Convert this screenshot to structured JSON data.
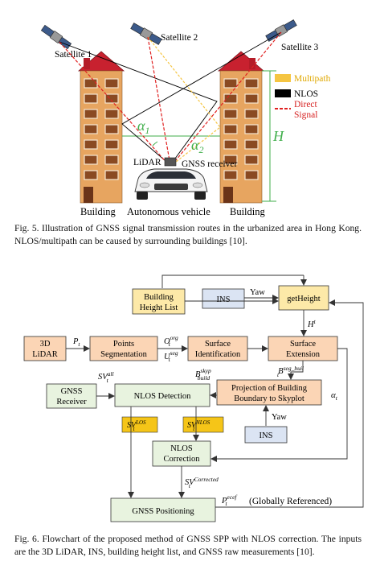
{
  "fig5": {
    "satellites": [
      "Satellite 1",
      "Satellite 2",
      "Satellite 3"
    ],
    "legend": [
      {
        "label": "Multipath",
        "color": "#f5c542",
        "text_color": "#e0a800"
      },
      {
        "label": "NLOS",
        "color": "#000000",
        "text_color": "#111111"
      },
      {
        "label": "Direct Signal",
        "color": "#e02020",
        "text_color": "#d62020"
      }
    ],
    "labels": {
      "alpha1": "α",
      "alpha1_sub": "1",
      "alpha2": "α",
      "alpha2_sub": "2",
      "height": "H",
      "lidar": "LiDAR",
      "gnss_receiver": "GNSS receiver",
      "building_left": "Building",
      "vehicle": "Autonomous vehicle",
      "building_right": "Building"
    },
    "caption": "Fig. 5.   Illustration of GNSS signal transmission routes in the urbanized area in Hong Kong. NLOS/multipath can be caused by surrounding buildings [10]."
  },
  "fig6": {
    "nodes": {
      "building_height_list": [
        "Building",
        "Height List"
      ],
      "ins_top": "INS",
      "get_height": "getHeight",
      "lidar": [
        "3D",
        "LiDAR"
      ],
      "points_segmentation": [
        "Points",
        "Segmentation"
      ],
      "surface_identification": [
        "Surface",
        "Identification"
      ],
      "surface_extension": [
        "Surface",
        "Extension"
      ],
      "gnss_receiver": [
        "GNSS",
        "Receiver"
      ],
      "nlos_detection": "NLOS Detection",
      "projection": [
        "Projection of Building",
        "Boundary to Skyplot"
      ],
      "ins_bottom": "INS",
      "sv_los": "SV",
      "sv_nlos": "SV",
      "nlos_correction": [
        "NLOS",
        "Correction"
      ],
      "gnss_positioning": "GNSS Positioning"
    },
    "edge_labels": {
      "yaw_top": "Yaw",
      "h_t": "H",
      "h_t_sup": "t",
      "p_t": "P",
      "p_t_sub": "t",
      "o_t": "O",
      "o_t_sub": "t",
      "o_t_sup": "org",
      "u_t": "U",
      "u_t_sub": "t",
      "u_t_sup": "seg",
      "b_build": "B",
      "b_build_sub": "build",
      "b_build_sup": "skyp",
      "b_seg": "B",
      "b_seg_sub": "t",
      "b_seg_sup": "seg_buil",
      "sv_all": "SV",
      "sv_all_sub": "t",
      "sv_all_sup": "all",
      "yaw_bottom": "Yaw",
      "alpha_t": "α",
      "alpha_t_sub": "t",
      "sv_los_sub": "t",
      "sv_los_sup": "LOS",
      "sv_nlos_sub": "t",
      "sv_nlos_sup": "NLOS",
      "sv_corrected": "SV",
      "sv_corrected_sub": "t",
      "sv_corrected_sup": "Corrected",
      "p_ecef": "P",
      "p_ecef_sub": "t",
      "p_ecef_sup": "ecef",
      "globally_referenced": "(Globally Referenced)"
    },
    "colors": {
      "orange_box": "#fbd5b5",
      "green_box": "#e8f3df",
      "blue_box": "#dbe4f3",
      "yellow_box": "#fde9a8",
      "gold_box": "#f5c518"
    },
    "caption": "Fig. 6.  Flowchart of the proposed method of GNSS SPP with NLOS correction. The inputs are the 3D LiDAR, INS, building height list, and GNSS raw measurements [10]."
  }
}
